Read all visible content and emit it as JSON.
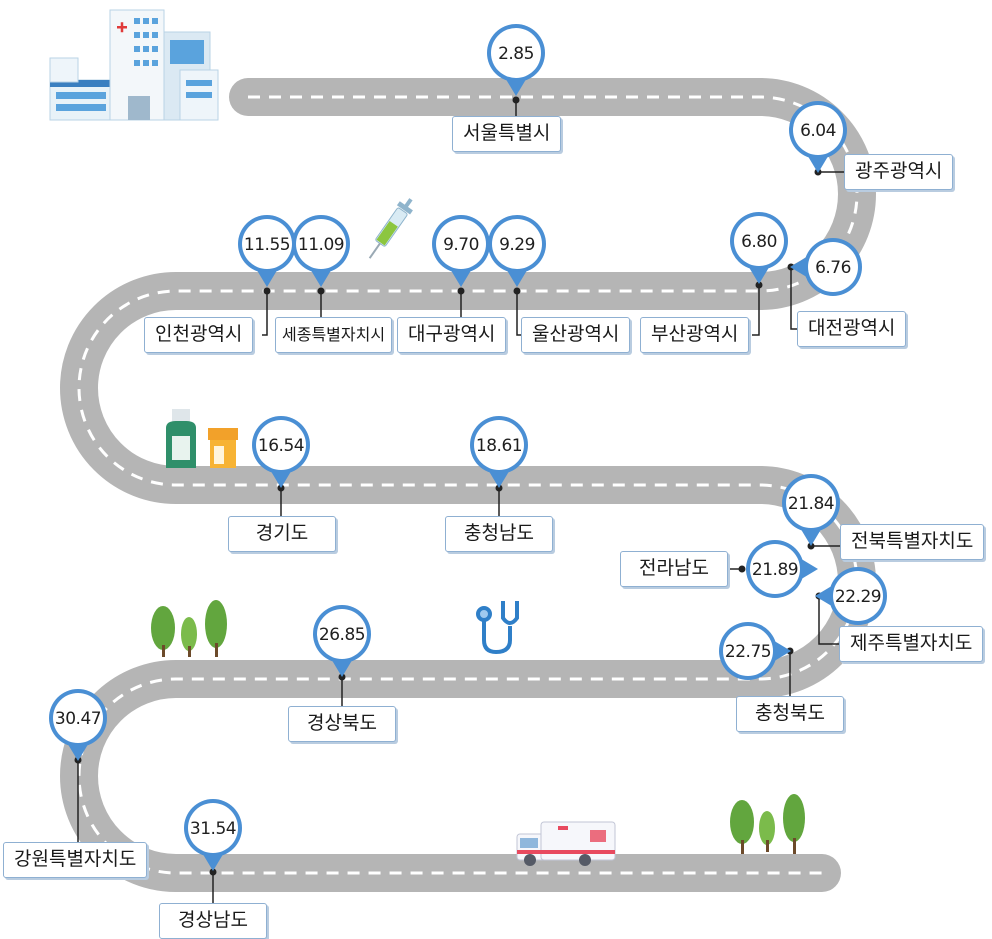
{
  "colors": {
    "road": "#b5b5b5",
    "road_dash": "#ffffff",
    "pin_fill": "#4a8fd4",
    "pin_inner": "#ffffff",
    "label_border": "#8fb0d2"
  },
  "points": [
    {
      "id": "seoul",
      "value": "2.85",
      "label": "서울특별시"
    },
    {
      "id": "gwangju",
      "value": "6.04",
      "label": "광주광역시"
    },
    {
      "id": "incheon",
      "value": "11.55",
      "label": "인천광역시"
    },
    {
      "id": "sejong",
      "value": "11.09",
      "label": "세종특별자치시"
    },
    {
      "id": "daegu",
      "value": "9.70",
      "label": "대구광역시"
    },
    {
      "id": "ulsan",
      "value": "9.29",
      "label": "울산광역시"
    },
    {
      "id": "busan",
      "value": "6.80",
      "label": "부산광역시"
    },
    {
      "id": "daejeon",
      "value": "6.76",
      "label": "대전광역시"
    },
    {
      "id": "gyeonggi",
      "value": "16.54",
      "label": "경기도"
    },
    {
      "id": "chungnam",
      "value": "18.61",
      "label": "충청남도"
    },
    {
      "id": "jeonbuk",
      "value": "21.84",
      "label": "전북특별자치도"
    },
    {
      "id": "jeonnam",
      "value": "21.89",
      "label": "전라남도"
    },
    {
      "id": "jeju",
      "value": "22.29",
      "label": "제주특별자치도"
    },
    {
      "id": "chungbuk",
      "value": "22.75",
      "label": "충청북도"
    },
    {
      "id": "gyeongbuk",
      "value": "26.85",
      "label": "경상북도"
    },
    {
      "id": "gangwon",
      "value": "30.47",
      "label": "강원특별자치도"
    },
    {
      "id": "gyeongnam",
      "value": "31.54",
      "label": "경상남도"
    }
  ],
  "icons": [
    "hospital-icon",
    "syringe-icon",
    "medicine-bottles-icon",
    "trees-icon",
    "stethoscope-icon",
    "ambulance-icon"
  ]
}
